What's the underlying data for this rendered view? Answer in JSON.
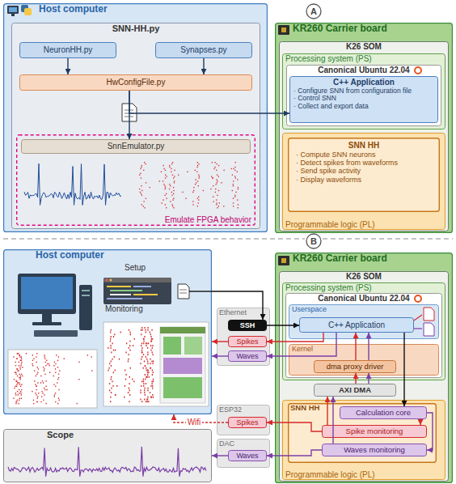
{
  "diagram": {
    "nodes": [
      {
        "text": [
          "Host computer"
        ]
      },
      {
        "text": [
          "SNN-HH.py"
        ],
        "in": 0
      },
      {
        "text": [
          "NeuronHH.py"
        ],
        "in": 1
      },
      {
        "text": [
          "Synapses.py"
        ],
        "in": 1
      },
      {
        "text": [
          "HwConfigFile.py"
        ],
        "in": 1
      },
      {
        "text": [
          "Emulate FPGA behavior"
        ],
        "in": 1
      },
      {
        "text": [
          "SnnEmulator.py"
        ],
        "in": 5
      },
      {
        "text": [
          "KR260 Carrier board"
        ]
      },
      {
        "text": [
          "K26 SOM"
        ],
        "in": 7
      },
      {
        "text": [
          "Processing system (PS)"
        ],
        "in": 8
      },
      {
        "text": [
          "Canonical Ubuntu 22.04"
        ],
        "in": 9
      },
      {
        "text": [
          "C++ Application",
          "· Configure SNN from configuration file",
          "· Control SNN",
          "· Collect and export data"
        ],
        "in": 10
      },
      {
        "text": [
          "Programmable logic (PL)"
        ],
        "in": 8
      },
      {
        "text": [
          "SNN HH",
          "· Compute SNN neurons",
          "· Detect spikes from waveforms",
          "· Send spike activity",
          "· Display waveforms"
        ],
        "in": 12
      },
      {
        "text": [
          "Host computer",
          "Setup",
          "Monitoring"
        ]
      },
      {
        "text": [
          "Scope"
        ]
      },
      {
        "text": [
          "Ethernet"
        ]
      },
      {
        "text": [
          "SSH"
        ],
        "in": 16
      },
      {
        "text": [
          "Spikes"
        ],
        "in": 16
      },
      {
        "text": [
          "Waves"
        ],
        "in": 16
      },
      {
        "text": [
          "ESP32"
        ]
      },
      {
        "text": [
          "Spikes"
        ],
        "in": 20
      },
      {
        "text": [
          "DAC"
        ]
      },
      {
        "text": [
          "Waves"
        ],
        "in": 22
      },
      {
        "text": [
          "KR260 Carrier board"
        ]
      },
      {
        "text": [
          "K26 SOM"
        ],
        "in": 24
      },
      {
        "text": [
          "Processing system (PS)"
        ],
        "in": 25
      },
      {
        "text": [
          "Canonical Ubuntu 22.04"
        ],
        "in": 26
      },
      {
        "text": [
          "Userspace"
        ],
        "in": 27
      },
      {
        "text": [
          "C++ Application"
        ],
        "in": 28
      },
      {
        "text": [
          "Kernel"
        ],
        "in": 27
      },
      {
        "text": [
          "dma proxy driver"
        ],
        "in": 30
      },
      {
        "text": [
          "AXI DMA"
        ],
        "in": 25
      },
      {
        "text": [
          "Programmable logic (PL)"
        ],
        "in": 25
      },
      {
        "text": [
          "SNN HH"
        ],
        "in": 33
      },
      {
        "text": [
          "Calculation core"
        ],
        "in": 34
      },
      {
        "text": [
          "Spike monitoring"
        ],
        "in": 34
      },
      {
        "text": [
          "Waves monitoring"
        ],
        "in": 34
      }
    ],
    "edges": [
      {
        "from": 2,
        "to": 4,
        "arrow": "to"
      },
      {
        "from": 3,
        "to": 4,
        "arrow": "to"
      },
      {
        "from": 4,
        "to": 6,
        "arrow": "to"
      },
      {
        "from": 4,
        "to": 11,
        "arrow": "to"
      },
      {
        "from": 14,
        "to": 17,
        "arrow": "to"
      },
      {
        "from": 17,
        "to": 29,
        "arrow": "to"
      },
      {
        "from": 29,
        "to": 18,
        "arrow": "to"
      },
      {
        "from": 18,
        "to": 14,
        "arrow": "to"
      },
      {
        "from": 29,
        "to": 19,
        "arrow": "to"
      },
      {
        "from": 19,
        "to": 14,
        "arrow": "to"
      },
      {
        "from": 31,
        "to": 29,
        "arrow": "to"
      },
      {
        "from": 31,
        "to": 29,
        "arrow": "to"
      },
      {
        "from": 32,
        "to": 31,
        "arrow": "to"
      },
      {
        "from": 32,
        "to": 31,
        "arrow": "to"
      },
      {
        "from": 36,
        "to": 32,
        "arrow": "to"
      },
      {
        "from": 37,
        "to": 32,
        "arrow": "to"
      },
      {
        "from": 35,
        "to": 36,
        "arrow": "to"
      },
      {
        "from": 35,
        "to": 37,
        "arrow": "to"
      },
      {
        "from": 29,
        "to": 35,
        "arrow": "to"
      },
      {
        "from": 36,
        "to": 21,
        "arrow": "to"
      },
      {
        "from": 21,
        "to": 14,
        "label": "Wifi",
        "arrow": "to"
      },
      {
        "from": 37,
        "to": 23,
        "arrow": "to"
      },
      {
        "from": 23,
        "to": 15,
        "arrow": "to"
      }
    ],
    "labels": [
      "A",
      "B"
    ]
  }
}
